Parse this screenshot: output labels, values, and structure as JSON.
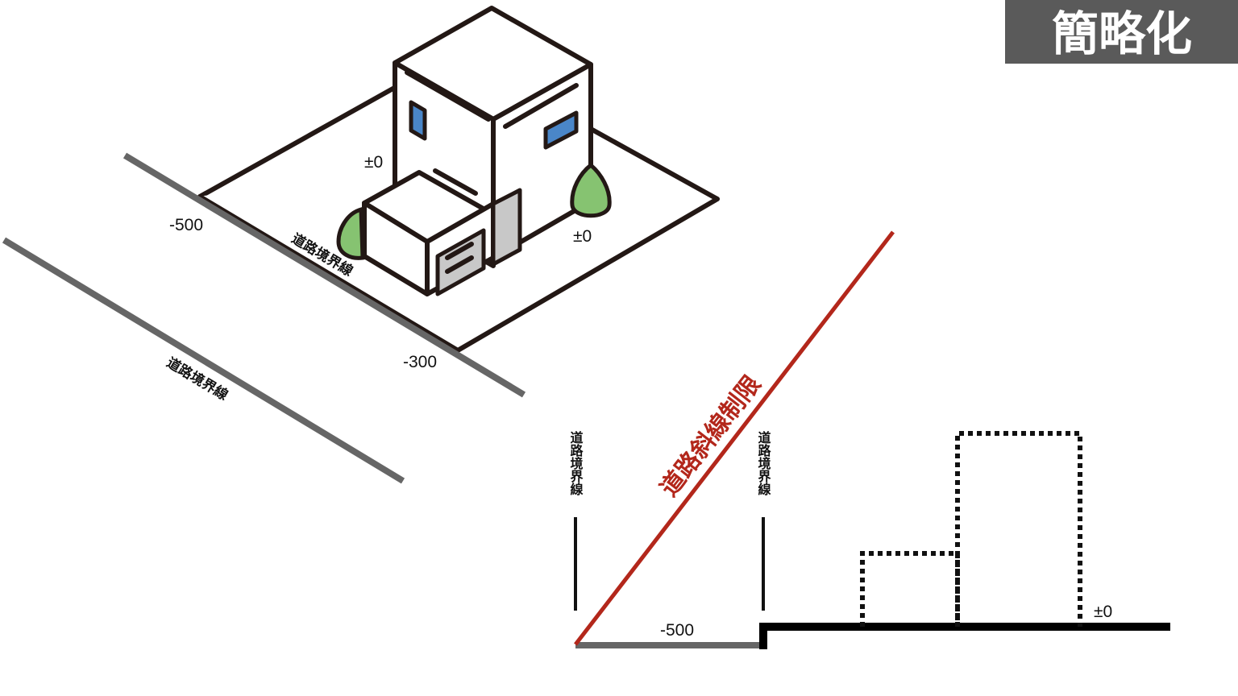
{
  "title_badge": "簡略化",
  "isometric": {
    "levels": {
      "left_corner": "-500",
      "bottom_corner": "-300",
      "house_left": "±0",
      "house_right": "±0"
    },
    "road_boundary_inner": "道路境界線",
    "road_boundary_outer": "道路境界線"
  },
  "section": {
    "slope_label": "道路斜線制限",
    "boundary_left": "道路境界線",
    "boundary_right": "道路境界線",
    "road_level": "-500",
    "ground_level": "±0"
  },
  "colors": {
    "road": "#666666",
    "slope": "#b3271b",
    "window": "#4a86c8",
    "tree": "#86c371",
    "badge": "#5a5a5a"
  }
}
